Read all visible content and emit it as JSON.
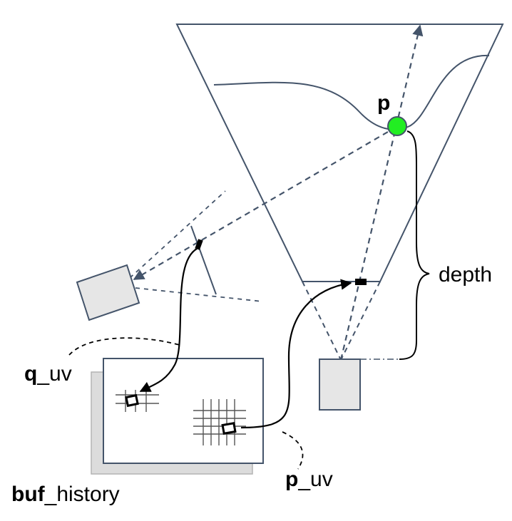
{
  "labels": {
    "p": "p",
    "depth": "depth",
    "q_uv_bold": "q",
    "q_uv_rest": "_uv",
    "p_uv_bold": "p",
    "p_uv_rest": "_uv",
    "buf_history_bold": "buf",
    "buf_history_rest": "_history"
  },
  "colors": {
    "frustum_line": "#44546a",
    "ray_dash": "#44546a",
    "point_p_fill": "#22ee22",
    "camera_fill": "#e6e6e6",
    "buffer_back_fill": "#dcdcdc",
    "buffer_front_fill": "#ffffff",
    "ink": "#000000"
  }
}
